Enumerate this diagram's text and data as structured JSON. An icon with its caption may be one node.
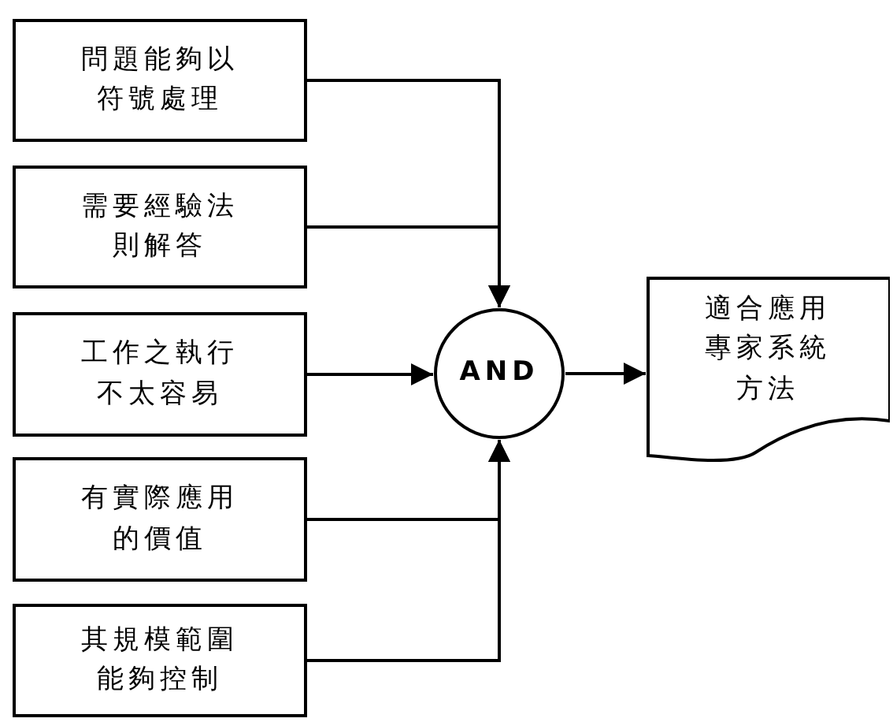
{
  "diagram": {
    "nodes": [
      {
        "text": [
          "問題能夠以符號處理"
        ]
      },
      {
        "text": [
          "需要經驗法則解答"
        ]
      },
      {
        "text": [
          "工作之執行不太容易"
        ]
      },
      {
        "text": [
          "有實際應用的價值"
        ]
      },
      {
        "text": [
          "其規模範圍能夠控制"
        ]
      },
      {
        "text": [
          "AND"
        ]
      },
      {
        "text": [
          "適合應用專家系統方法"
        ]
      }
    ],
    "edges": [
      {
        "from": 0,
        "to": 5,
        "arrow": "to"
      },
      {
        "from": 1,
        "to": 5,
        "arrow": "to"
      },
      {
        "from": 2,
        "to": 5,
        "arrow": "to"
      },
      {
        "from": 3,
        "to": 5,
        "arrow": "to"
      },
      {
        "from": 4,
        "to": 5,
        "arrow": "to"
      },
      {
        "from": 5,
        "to": 6,
        "arrow": "to"
      }
    ]
  }
}
